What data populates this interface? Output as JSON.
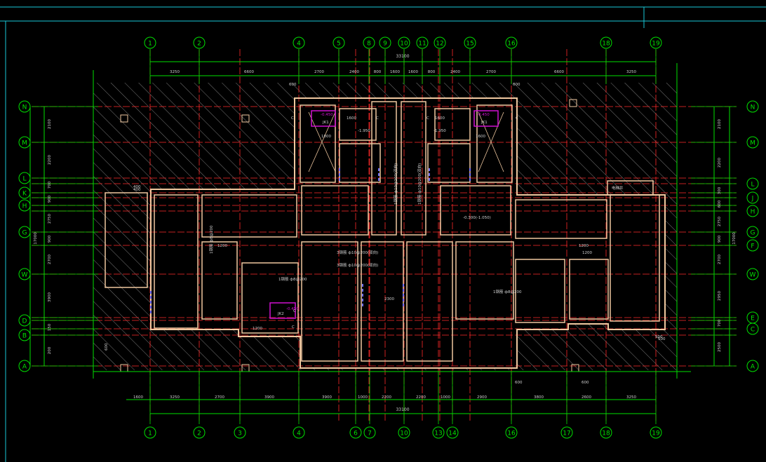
{
  "colors": {
    "background": "#000000",
    "axis": "#ff2a2a",
    "grid_bubble": "#00e000",
    "dimension": "#00e000",
    "wall": "#f0c8a0",
    "hatch": "#9a9a9a",
    "frame": "#18c8d8",
    "text": "#d0d0d0",
    "highlight": "#d010d0",
    "door": "#7070ff"
  },
  "top_axes": [
    "1",
    "2",
    "4",
    "5",
    "8",
    "9",
    "10",
    "11",
    "12",
    "15",
    "16",
    "18",
    "19"
  ],
  "bottom_axes": [
    "1",
    "2",
    "3",
    "4",
    "6",
    "7",
    "10",
    "13",
    "14",
    "16",
    "17",
    "18",
    "19"
  ],
  "left_axes": [
    "N",
    "M",
    "L",
    "K",
    "H",
    "G",
    "W",
    "D",
    "B",
    "A"
  ],
  "right_axes": [
    "N",
    "M",
    "L",
    "J",
    "H",
    "G",
    "F",
    "W",
    "E",
    "C",
    "A"
  ],
  "top_total": "33100",
  "top_dims": [
    "3250",
    "6600",
    "2700",
    "2400",
    "800",
    "1600",
    "1600",
    "800",
    "2400",
    "2700",
    "6600",
    "3250"
  ],
  "bottom_total": "33100",
  "bottom_dims": [
    "1600",
    "3250",
    "2700",
    "3900",
    "3900",
    "1000",
    "2200",
    "2200",
    "1000",
    "2900",
    "3800",
    "2600",
    "3250"
  ],
  "left_dims": [
    "2100",
    "2200",
    "700",
    "900",
    "2750",
    "900",
    "2700",
    "3900",
    "150",
    "200"
  ],
  "left_total": "17000",
  "right_dims": [
    "2100",
    "2200",
    "300",
    "600",
    "2750",
    "900",
    "2700",
    "2950",
    "700",
    "2500"
  ],
  "right_total": "17000",
  "small_dims": [
    "600",
    "600",
    "600",
    "600",
    "400",
    "500",
    "600"
  ],
  "slab_notes": [
    "3钢筋 ф10@200(双向)",
    "3钢筋 ф10@200(双向)",
    "1钢筋 ф8@200",
    "1钢筋 ф8@200",
    "1钢筋 ф8@200",
    "1钢筋 ф10@200(双向)",
    "1钢筋 ф10@200(双向)"
  ],
  "levels": [
    "-0.450",
    "-1.950",
    "-1.950",
    "-0.450",
    "-0.300(-1.050)",
    "-0.450"
  ],
  "labels": [
    "C",
    "C",
    "C",
    "C",
    "C",
    "C",
    "JK1",
    "JK1",
    "JK2",
    "电梯井",
    "1800",
    "1600",
    "1600",
    "1200",
    "1200",
    "2300",
    "1600",
    "1200",
    "400",
    "500",
    "1200"
  ]
}
